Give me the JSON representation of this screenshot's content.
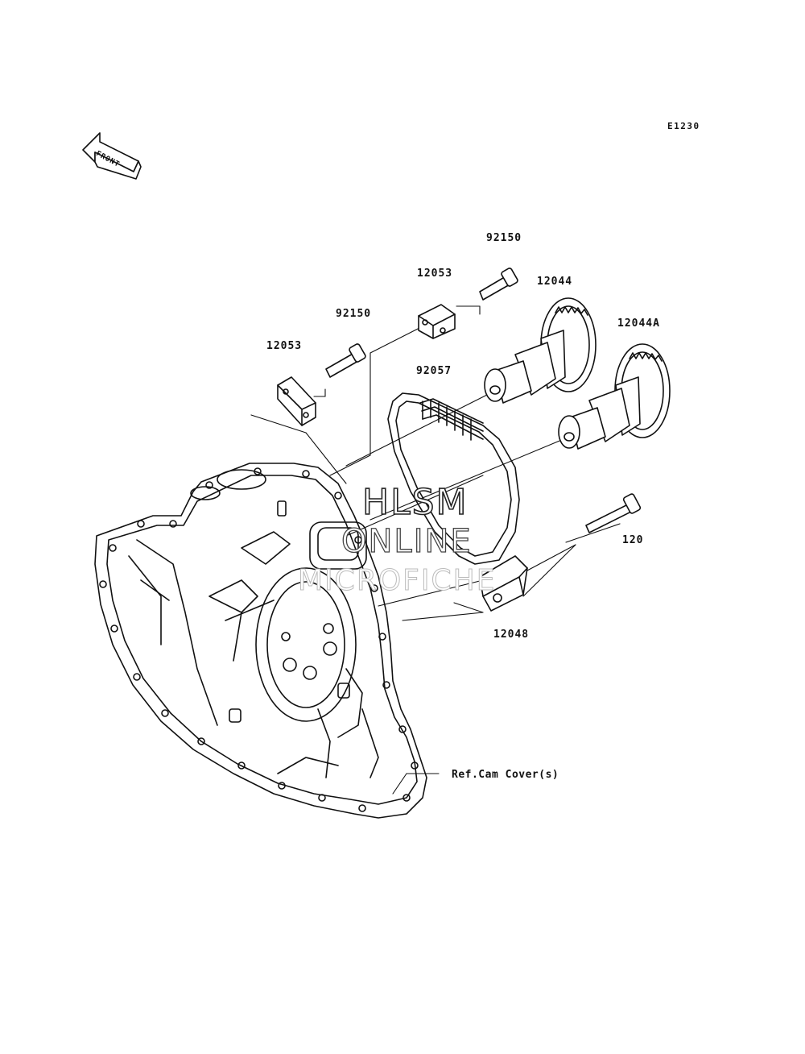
{
  "diagram_id": "E1230",
  "front_arrow_label": "FRONT",
  "watermark": {
    "line1": "HLSM",
    "line2": "ONLINE",
    "line3": "MICROFICHE"
  },
  "reference_label": "Ref.Cam Cover(s)",
  "parts": {
    "bolt_upper": "92150",
    "guide_upper": "12053",
    "bolt_left": "92150",
    "guide_left": "12053",
    "camshaft_front": "12044",
    "camshaft_rear": "12044A",
    "chain": "92057",
    "tensioner_bolt": "120",
    "tensioner": "12048"
  },
  "colors": {
    "line": "#111111",
    "background": "#ffffff"
  }
}
